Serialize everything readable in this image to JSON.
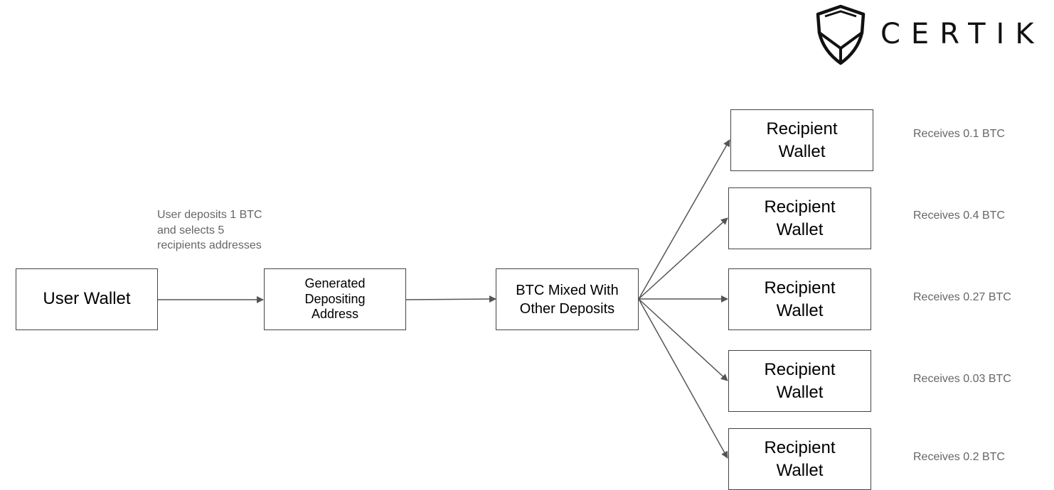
{
  "brand": {
    "name": "CERTIK",
    "logo_icon": "certik-shield-icon"
  },
  "nodes": {
    "user_wallet": "User Wallet",
    "deposit_address": "Generated\nDepositing\nAddress",
    "mixer": "BTC Mixed With\nOther Deposits",
    "recipient_label": "Recipient\nWallet"
  },
  "deposit_note": "User deposits 1 BTC\nand selects 5\nrecipients addresses",
  "recipients": [
    {
      "label": "Recipient\nWallet",
      "amount": "Receives 0.1 BTC"
    },
    {
      "label": "Recipient\nWallet",
      "amount": "Receives 0.4 BTC"
    },
    {
      "label": "Recipient\nWallet",
      "amount": "Receives 0.27 BTC"
    },
    {
      "label": "Recipient\nWallet",
      "amount": "Receives 0.03 BTC"
    },
    {
      "label": "Recipient\nWallet",
      "amount": "Receives 0.2 BTC"
    }
  ],
  "colors": {
    "stroke": "#444444",
    "arrow": "#555555",
    "note_text": "#666666"
  }
}
